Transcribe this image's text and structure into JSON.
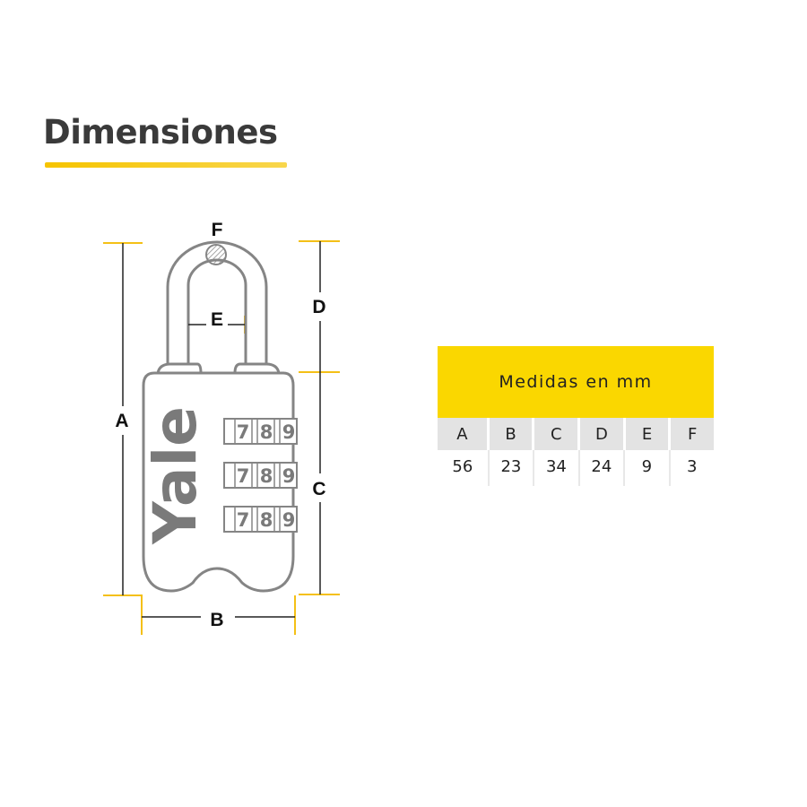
{
  "page": {
    "title": "Dimensiones"
  },
  "diagram": {
    "labels": {
      "A": "A",
      "B": "B",
      "C": "C",
      "D": "D",
      "E": "E",
      "F": "F"
    },
    "brand": "Yale",
    "dial_digits": [
      "7",
      "8",
      "9"
    ],
    "colors": {
      "guide": "#f4c017",
      "outline": "#858585",
      "dim_line": "#222222"
    }
  },
  "table": {
    "header": "Medidas en mm",
    "columns": [
      "A",
      "B",
      "C",
      "D",
      "E",
      "F"
    ],
    "values": [
      "56",
      "23",
      "34",
      "24",
      "9",
      "3"
    ],
    "colors": {
      "header_bg": "#fad700",
      "subheader_bg": "#e3e3e3"
    }
  }
}
